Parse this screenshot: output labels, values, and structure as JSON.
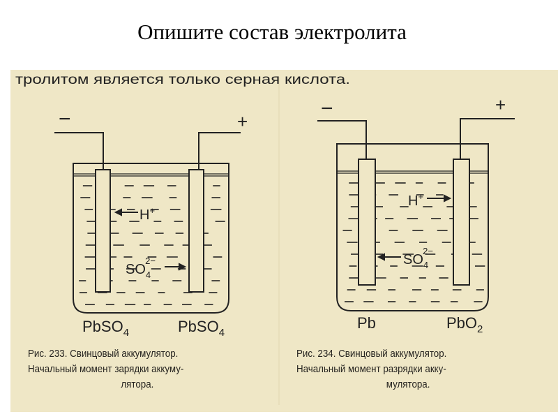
{
  "slide": {
    "title": "Опишите состав электролита"
  },
  "scan": {
    "top_text": "тролитом является только серная кислота.",
    "figure_233": {
      "minus": "−",
      "plus": "+",
      "ion_h": "H",
      "ion_h_charge": "+",
      "ion_so4": "SO",
      "ion_so4_sub": "4",
      "ion_so4_charge": "2−",
      "left_electrode": "PbSO",
      "left_electrode_sub": "4",
      "right_electrode": "PbSO",
      "right_electrode_sub": "4",
      "caption": [
        "Рис. 233. Свинцовый аккумулятор.",
        "Начальный момент зарядки аккуму-",
        "лятора."
      ]
    },
    "figure_234": {
      "minus": "−",
      "plus": "+",
      "ion_h": "H",
      "ion_h_charge": "+",
      "ion_so4": "SO",
      "ion_so4_sub": "4",
      "ion_so4_charge": "2−",
      "left_electrode": "Pb",
      "right_electrode": "PbO",
      "right_electrode_sub": "2",
      "caption": [
        "Рис. 234. Свинцовый аккумулятор.",
        "Начальный момент разрядки акку-",
        "мулятора."
      ]
    },
    "colors": {
      "paper": "#efe7c6",
      "ink": "#222222"
    }
  }
}
